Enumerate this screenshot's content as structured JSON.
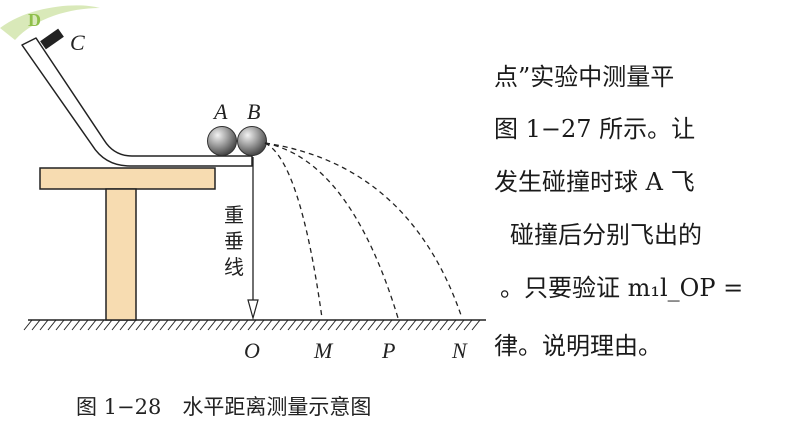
{
  "diagram": {
    "labels": {
      "c": "C",
      "a": "A",
      "b": "B",
      "o": "O",
      "m": "M",
      "p": "P",
      "n": "N",
      "plumb": [
        "重",
        "垂",
        "线"
      ]
    },
    "caption": "图 1−28　水平距离测量示意图"
  },
  "text_fragment": {
    "lines": [
      "点”实验中测量平",
      "图 1−27 所示。让",
      "发生碰撞时球 A 飞",
      "碰撞后分别飞出的",
      "。只要验证 m₁l_OP =",
      "律。说明理由。"
    ]
  },
  "colors": {
    "table": "#f7dcb1",
    "ink": "#222222",
    "ramp_fill": "#ffffff",
    "ball": "#8e8e8e",
    "logo_green": "#8fbf4a"
  }
}
